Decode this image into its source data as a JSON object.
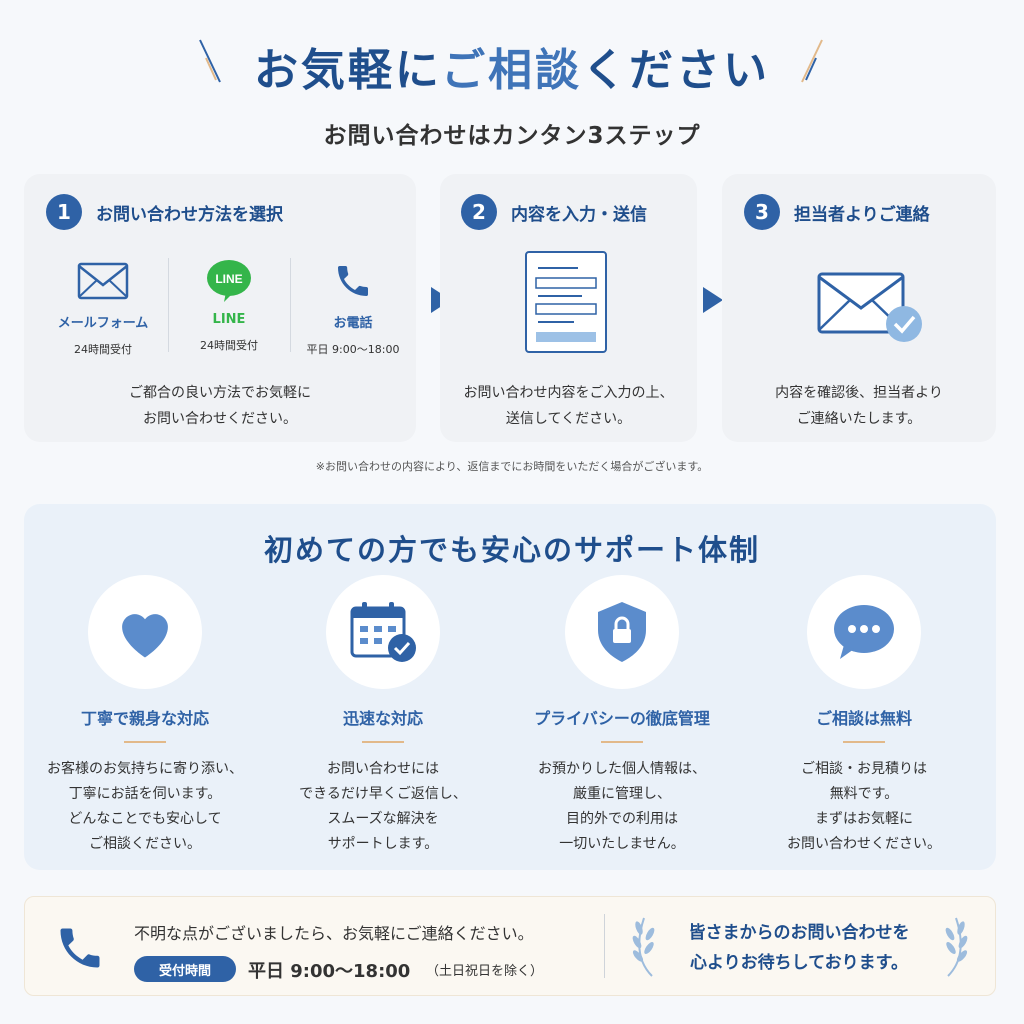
{
  "header": {
    "title_part1": "お気軽に",
    "title_part2": "ご相談",
    "title_part3": "ください",
    "subtitle": "お問い合わせはカンタン3ステップ"
  },
  "steps": [
    {
      "number": "1",
      "title": "お問い合わせ方法を選択",
      "description": "ご都合の良い方法でお気軽に\nお問い合わせください。",
      "methods": [
        {
          "icon": "envelope-icon",
          "label": "メールフォーム",
          "sub": "24時間受付"
        },
        {
          "icon": "line-icon",
          "label": "LINE",
          "sub": "24時間受付",
          "icon_text": "LINE"
        },
        {
          "icon": "phone-icon",
          "label": "お電話",
          "sub": "平日 9:00〜18:00"
        }
      ]
    },
    {
      "number": "2",
      "title": "内容を入力・送信",
      "description": "お問い合わせ内容をご入力の上、\n送信してください。",
      "icon": "form-icon"
    },
    {
      "number": "3",
      "title": "担当者よりご連絡",
      "description": "内容を確認後、担当者より\nご連絡いたします。",
      "icon": "envelope-check-icon"
    }
  ],
  "note": "※お問い合わせの内容により、返信までにお時間をいただく場合がございます。",
  "support": {
    "title": "初めての方でも安心のサポート体制",
    "features": [
      {
        "icon": "heart-icon",
        "title": "丁寧で親身な対応",
        "description": "お客様のお気持ちに寄り添い、\n丁寧にお話を伺います。\nどんなことでも安心して\nご相談ください。"
      },
      {
        "icon": "calendar-check-icon",
        "title": "迅速な対応",
        "description": "お問い合わせには\nできるだけ早くご返信し、\nスムーズな解決を\nサポートします。"
      },
      {
        "icon": "shield-lock-icon",
        "title": "プライバシーの徹底管理",
        "description": "お預かりした個人情報は、\n厳重に管理し、\n目的外での利用は\n一切いたしません。"
      },
      {
        "icon": "chat-bubble-icon",
        "title": "ご相談は無料",
        "description": "ご相談・お見積りは\n無料です。\nまずはお気軽に\nお問い合わせください。"
      }
    ]
  },
  "footer": {
    "text": "不明な点がございましたら、お気軽にご連絡ください。",
    "hours_label": "受付時間",
    "hours": "平日 9:00〜18:00",
    "hours_note": "（土日祝日を除く）",
    "message": "皆さまからのお問い合わせを\n心よりお待ちしております。"
  },
  "colors": {
    "primary": "#1f4e8c",
    "accent": "#2f62a6",
    "line_green": "#34b54a",
    "gold": "#e2b98a"
  }
}
